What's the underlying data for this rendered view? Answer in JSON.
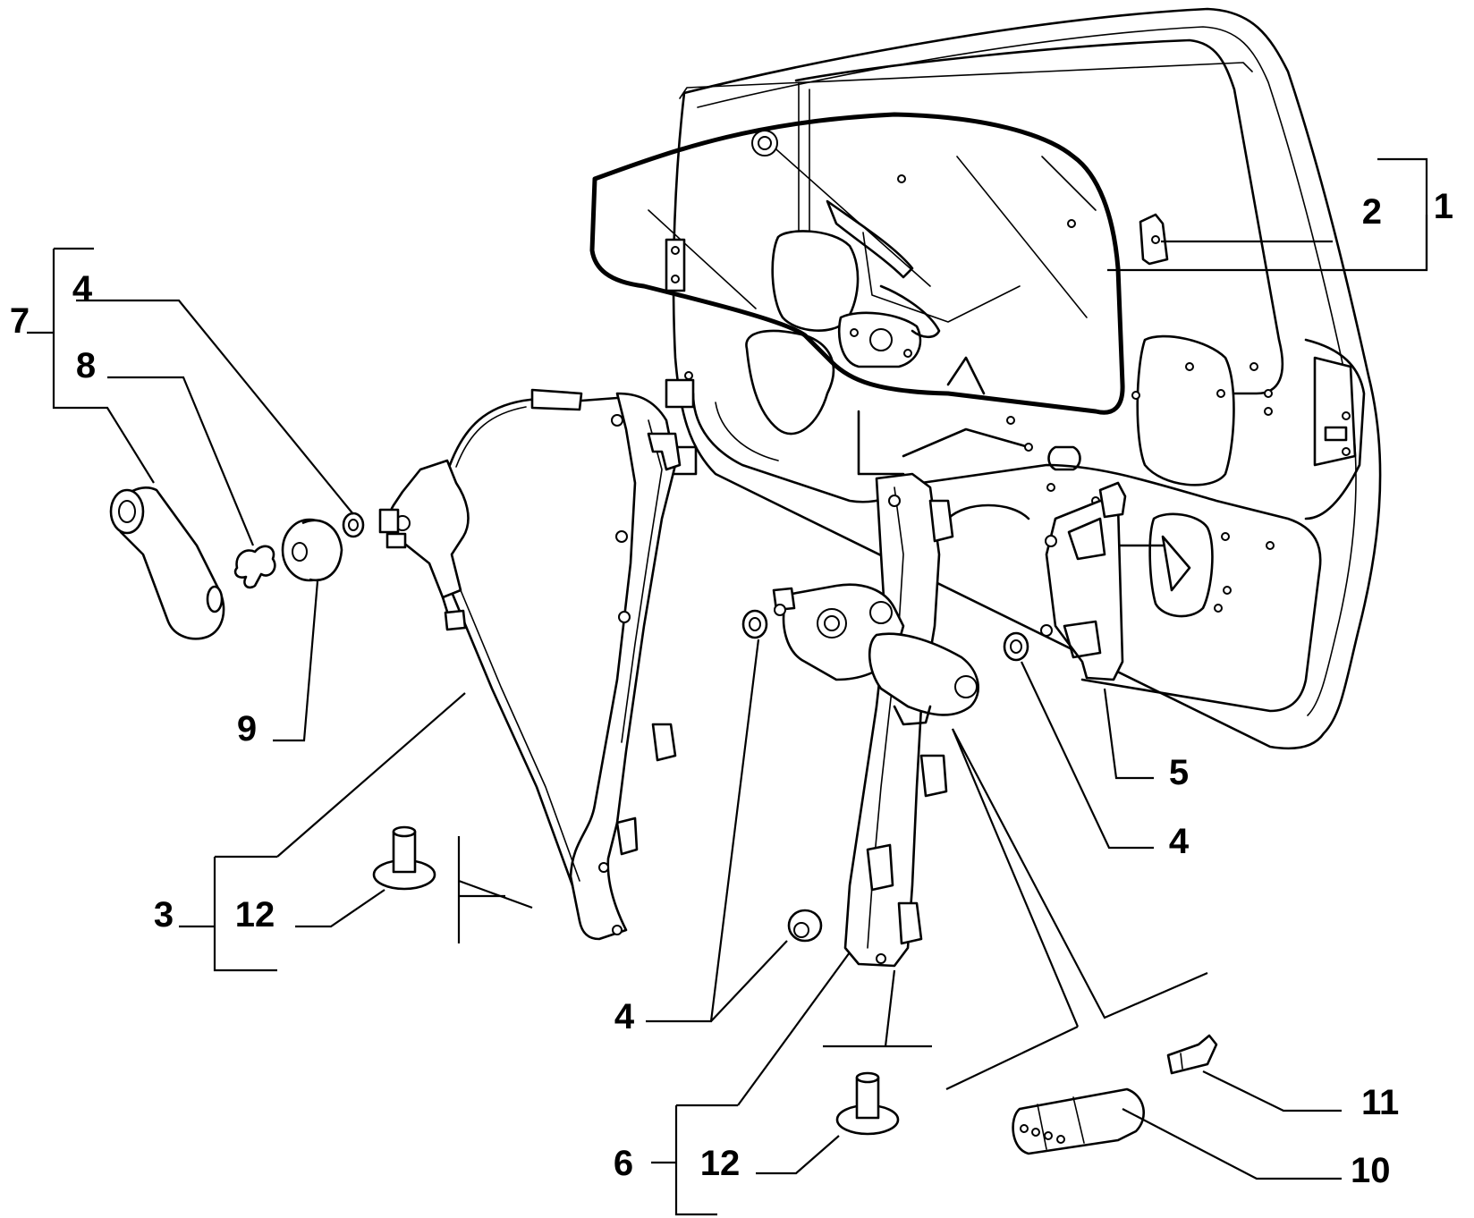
{
  "callouts": {
    "c1": "1",
    "c2": "2",
    "c3": "3",
    "c4a": "4",
    "c4b": "4",
    "c4c": "4",
    "c5": "5",
    "c6": "6",
    "c7": "7",
    "c8": "8",
    "c9": "9",
    "c10": "10",
    "c11": "11",
    "c12a": "12",
    "c12b": "12"
  }
}
